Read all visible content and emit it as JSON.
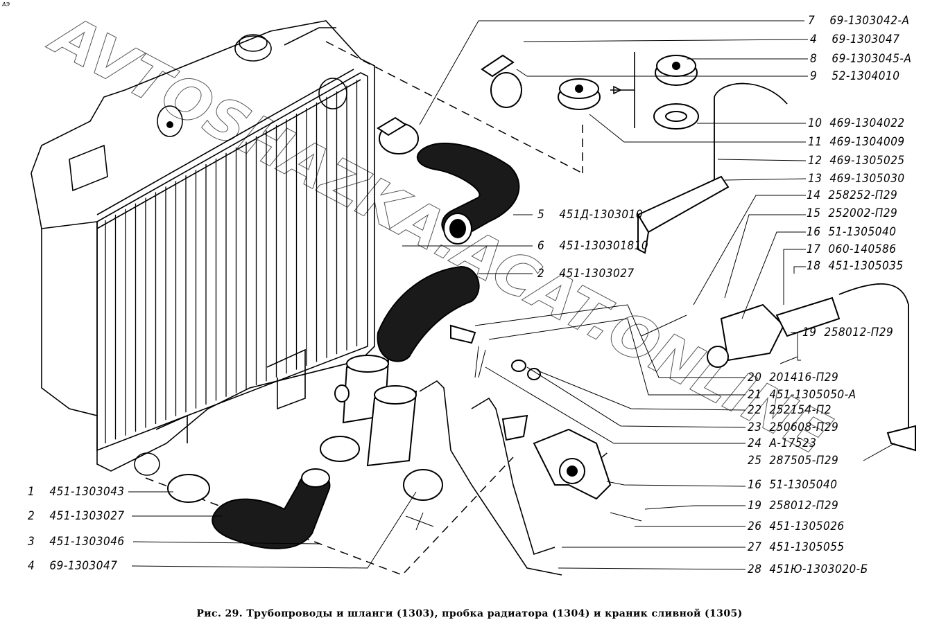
{
  "corner_mark": "АЭ",
  "watermark": "AVTOSHAZKA.ACAT.ONLINE",
  "caption": "Рис. 29. Трубопроводы и шланги (1303), пробка радиатора (1304) и краник сливной (1305)",
  "labels_right": [
    {
      "num": "7",
      "part": "69-1303042-А"
    },
    {
      "num": "4",
      "part": "69-1303047"
    },
    {
      "num": "8",
      "part": "69-1303045-А"
    },
    {
      "num": "9",
      "part": "52-1304010"
    },
    {
      "num": "10",
      "part": "469-1304022"
    },
    {
      "num": "11",
      "part": "469-1304009"
    },
    {
      "num": "12",
      "part": "469-1305025"
    },
    {
      "num": "13",
      "part": "469-1305030"
    },
    {
      "num": "14",
      "part": "258252-П29"
    },
    {
      "num": "15",
      "part": "252002-П29"
    },
    {
      "num": "16",
      "part": "51-1305040"
    },
    {
      "num": "17",
      "part": "060-140586"
    },
    {
      "num": "18",
      "part": "451-1305035"
    },
    {
      "num": "19",
      "part": "258012-П29"
    },
    {
      "num": "20",
      "part": "201416-П29"
    },
    {
      "num": "21",
      "part": "451-1305050-А"
    },
    {
      "num": "22",
      "part": "252154-П2"
    },
    {
      "num": "23",
      "part": "250608-П29"
    },
    {
      "num": "24",
      "part": "А-17523"
    },
    {
      "num": "25",
      "part": "287505-П29"
    },
    {
      "num": "16",
      "part": "51-1305040"
    },
    {
      "num": "19",
      "part": "258012-П29"
    },
    {
      "num": "26",
      "part": "451-1305026"
    },
    {
      "num": "27",
      "part": "451-1305055"
    },
    {
      "num": "28",
      "part": "451Ю-1303020-Б"
    }
  ],
  "labels_middle": [
    {
      "num": "5",
      "part": "451Д-1303010"
    },
    {
      "num": "6",
      "part": "451-130301810"
    },
    {
      "num": "2",
      "part": "451-1303027"
    }
  ],
  "labels_left": [
    {
      "num": "1",
      "part": "451-1303043"
    },
    {
      "num": "2",
      "part": "451-1303027"
    },
    {
      "num": "3",
      "part": "451-1303046"
    },
    {
      "num": "4",
      "part": "69-1303047"
    }
  ]
}
